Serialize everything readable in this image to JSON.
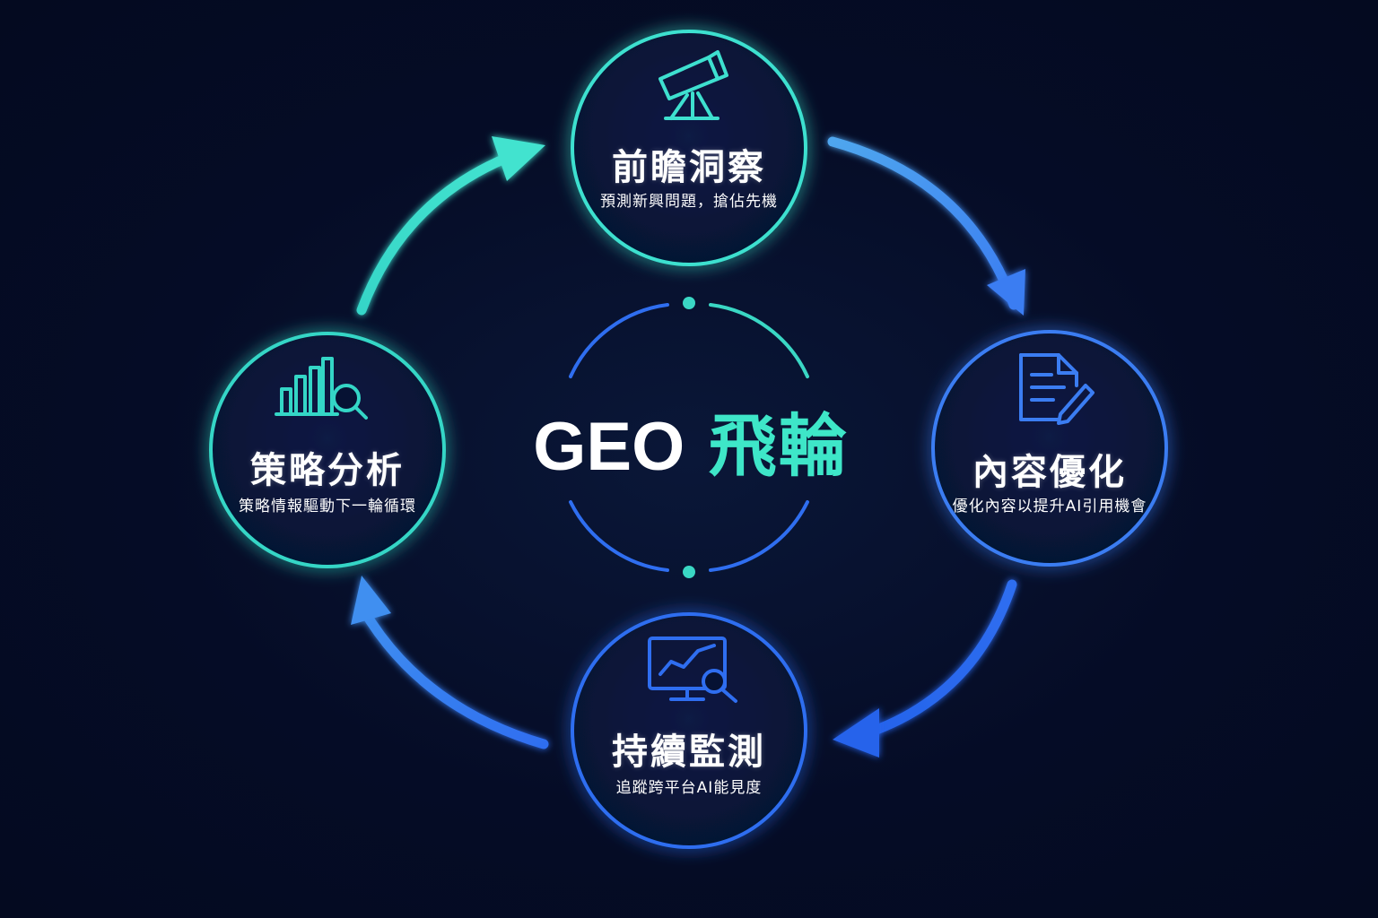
{
  "center": {
    "title_en": "GEO",
    "title_cn": "飛輪"
  },
  "nodes": [
    {
      "id": "foresight",
      "title": "前瞻洞察",
      "subtitle": "預測新興問題，搶佔先機",
      "icon": "telescope-icon",
      "color": "#3ee0cf"
    },
    {
      "id": "optimize",
      "title": "內容優化",
      "subtitle": "優化內容以提升AI引用機會",
      "icon": "document-edit-icon",
      "color": "#3b7df2"
    },
    {
      "id": "monitor",
      "title": "持續監測",
      "subtitle": "追蹤跨平台AI能見度",
      "icon": "monitor-analytics-icon",
      "color": "#2f6ef0"
    },
    {
      "id": "strategy",
      "title": "策略分析",
      "subtitle": "策略情報驅動下一輪循環",
      "icon": "chart-search-icon",
      "color": "#34d6c6"
    }
  ],
  "colors": {
    "background": "#050c26",
    "teal": "#3ee0cf",
    "blue": "#2f6ef0"
  }
}
